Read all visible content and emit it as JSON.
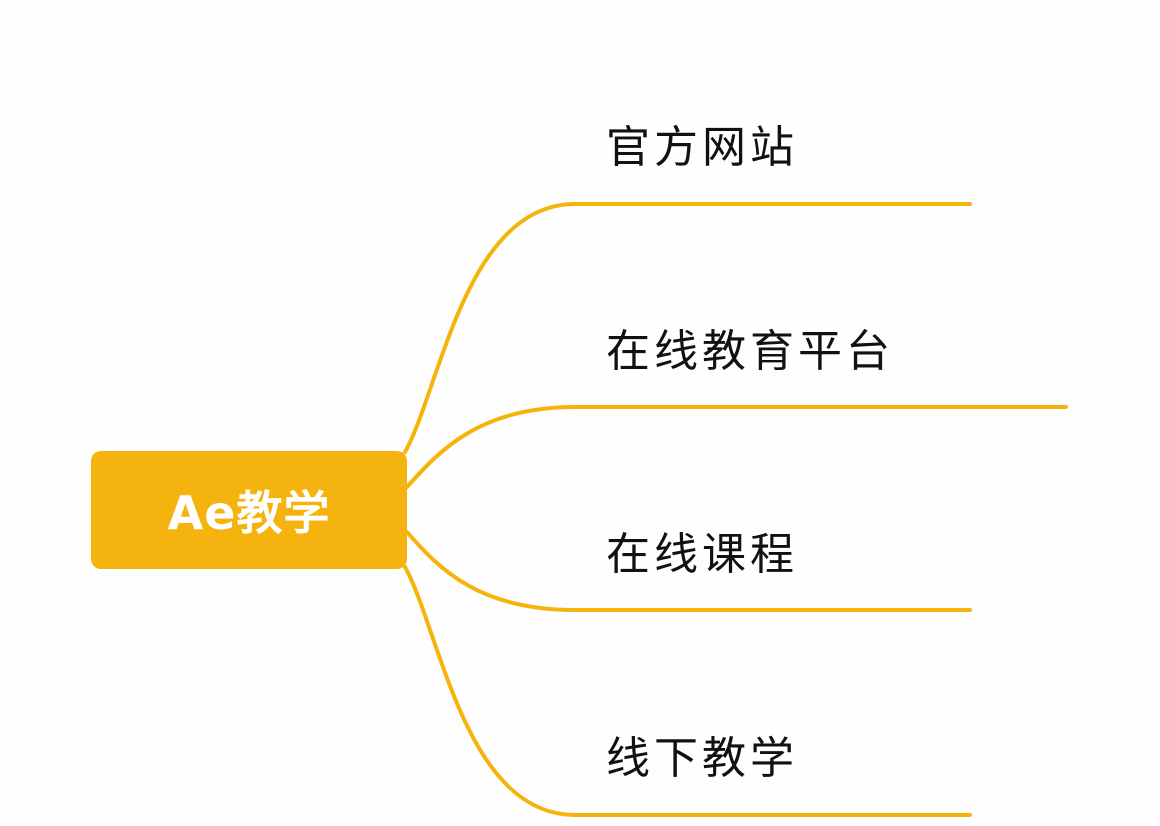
{
  "theme": {
    "accent": "#f5b40c",
    "root_fill": "#f5b30f",
    "text": "#111111",
    "background": "#fefefe"
  },
  "root": {
    "label": "Ae教学"
  },
  "branches": [
    {
      "label": "官方网站"
    },
    {
      "label": "在线教育平台"
    },
    {
      "label": "在线课程"
    },
    {
      "label": "线下教学"
    }
  ]
}
